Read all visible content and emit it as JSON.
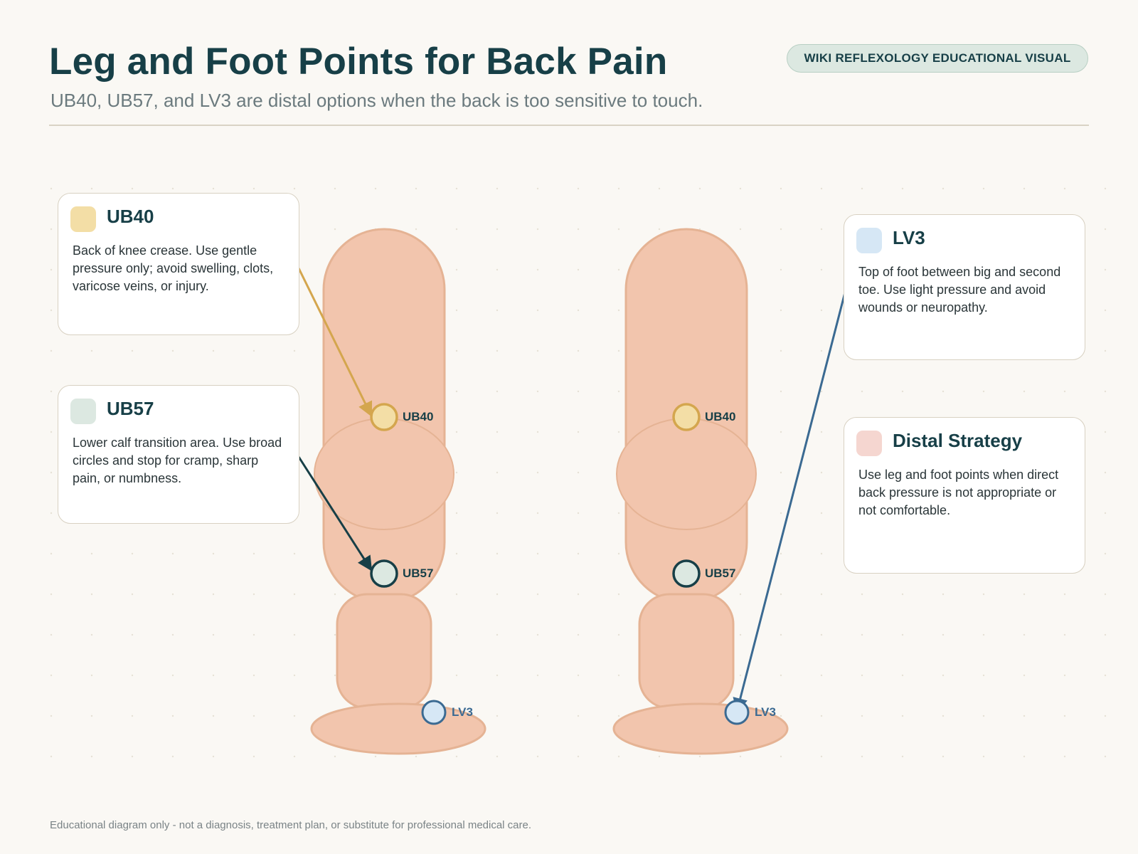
{
  "header": {
    "title": "Leg and Foot Points for Back Pain",
    "subtitle": "UB40, UB57, and LV3 are distal options when the back is too sensitive to touch.",
    "badge": "WIKI REFLEXOLOGY EDUCATIONAL VISUAL"
  },
  "colors": {
    "background": "#faf8f4",
    "heading": "#173f47",
    "skin": "#f2c5ad",
    "skin_outline": "#e5b394",
    "ub40_fill": "#f3dea6",
    "ub40_stroke": "#d4a64e",
    "ub57_fill": "#dce8e1",
    "ub57_stroke": "#173f47",
    "lv3_fill": "#d6e7f5",
    "lv3_stroke": "#3b6a92",
    "strategy_fill": "#f5d6d0"
  },
  "cards": [
    {
      "id": "ub40",
      "title": "UB40",
      "text": "Back of knee crease. Use gentle pressure only; avoid swelling, clots, varicose veins, or injury."
    },
    {
      "id": "ub57",
      "title": "UB57",
      "text": "Lower calf transition area. Use broad circles and stop for cramp, sharp pain, or numbness."
    },
    {
      "id": "lv3",
      "title": "LV3",
      "text": "Top of foot between big and second toe. Use light pressure and avoid wounds or neuropathy."
    },
    {
      "id": "strategy",
      "title": "Distal Strategy",
      "text": "Use leg and foot points when direct back pressure is not appropriate or not comfortable."
    }
  ],
  "points": {
    "ub40": "UB40",
    "ub57": "UB57",
    "lv3": "LV3"
  },
  "footer": "Educational diagram only - not a diagnosis, treatment plan, or substitute for professional medical care."
}
